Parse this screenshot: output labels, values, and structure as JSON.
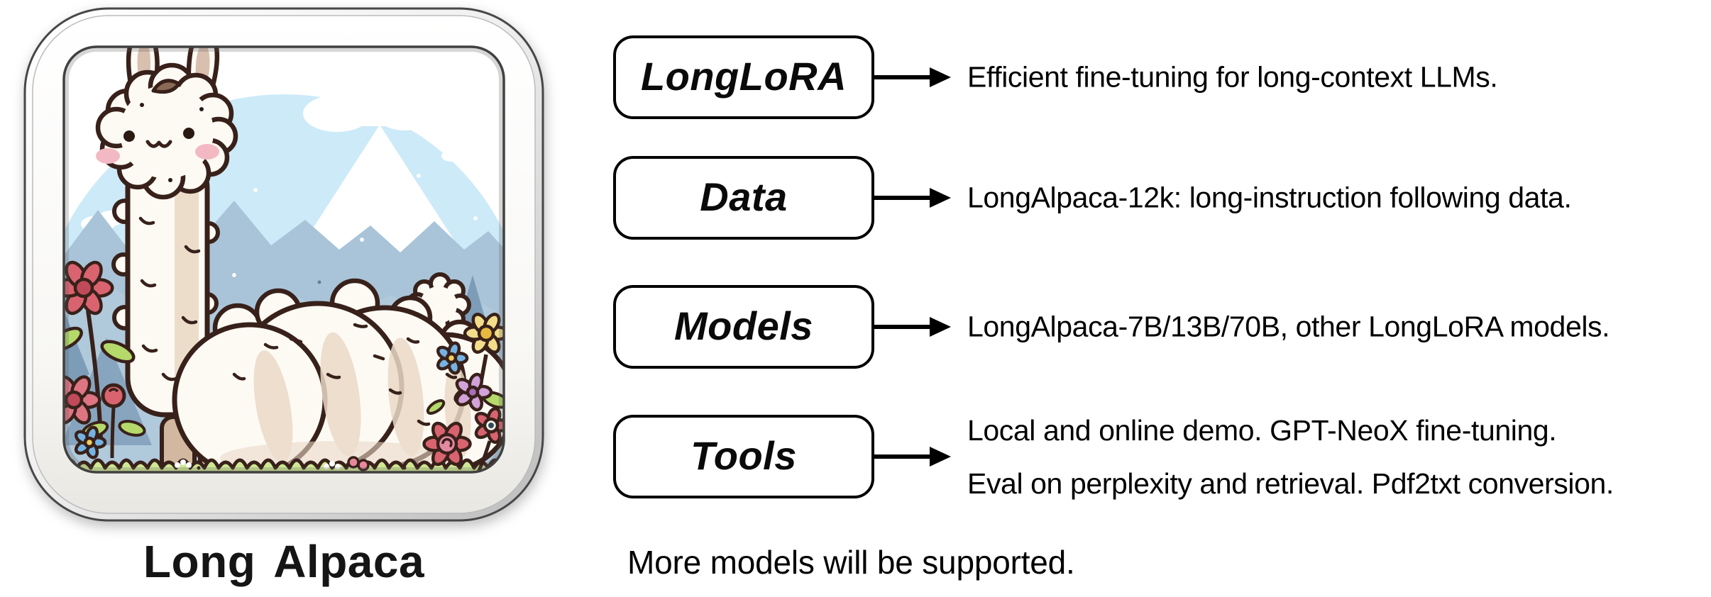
{
  "figure": {
    "icon": {
      "caption": "Long Alpaca",
      "palette": {
        "outline": "#38211a",
        "wool": "#fdfaf4",
        "wool_shade": "#ead9c6",
        "hoof": "#d2b89e",
        "cheek": "#f3b9c3",
        "ear_inner": "#d9bfae",
        "sky": "#cdeaf8",
        "cloud": "#ffffff",
        "snow": "#ffffff",
        "mountain_light": "#a9c4d8",
        "mountain_mid": "#b0c9db",
        "mountain_deep": "#7d9cb8",
        "grass": "#cfe794",
        "leaf": "#b5d96a",
        "flower_red": "#d9636f",
        "flower_red_dark": "#c14a5a",
        "flower_pink": "#dd7583",
        "flower_blue": "#74b3e3",
        "flower_yellow": "#f2dd8a",
        "flower_yellow_center": "#e8b93f",
        "flower_purple": "#d2a3d8",
        "frame_border": "#474747"
      }
    },
    "rows": [
      {
        "label": "LongLoRA",
        "lines": [
          "Efficient fine-tuning for long-context LLMs."
        ]
      },
      {
        "label": "Data",
        "lines": [
          "LongAlpaca-12k: long-instruction following data."
        ]
      },
      {
        "label": "Models",
        "lines": [
          "LongAlpaca-7B/13B/70B, other LongLoRA models."
        ]
      },
      {
        "label": "Tools",
        "lines": [
          "Local and online demo. GPT-NeoX fine-tuning.",
          "Eval on perplexity and retrieval. Pdf2txt conversion."
        ]
      }
    ],
    "footer_note": "More models will be supported.",
    "arrow_color": "#000000"
  }
}
